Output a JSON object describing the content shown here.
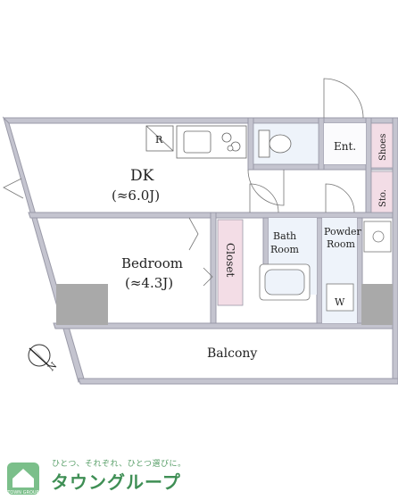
{
  "rooms": {
    "dk": {
      "name": "DK",
      "size": "(≈6.0J)"
    },
    "bedroom": {
      "name": "Bedroom",
      "size": "(≈4.3J)"
    },
    "closet": "Closet",
    "bath_line1": "Bath",
    "bath_line2": "Room",
    "powder_line1": "Powder",
    "powder_line2": "Room",
    "entrance": "Ent.",
    "shoes": "Shoes",
    "storage": "Sto.",
    "balcony": "Balcony",
    "fridge_mark": "R",
    "washer_mark": "W"
  },
  "compass": {
    "north": "N"
  },
  "colors": {
    "wall": "#b9b9c6",
    "wall_dark": "#a8a8b4",
    "pink_fill": "#f3dde6",
    "blue_fill": "#eef3fa",
    "logo_green": "#3f8f55"
  },
  "logo": {
    "tagline": "ひとつ、それぞれ、ひとつ選びに。",
    "name": "タウングループ",
    "mark_text": "TOWN GROUP"
  }
}
